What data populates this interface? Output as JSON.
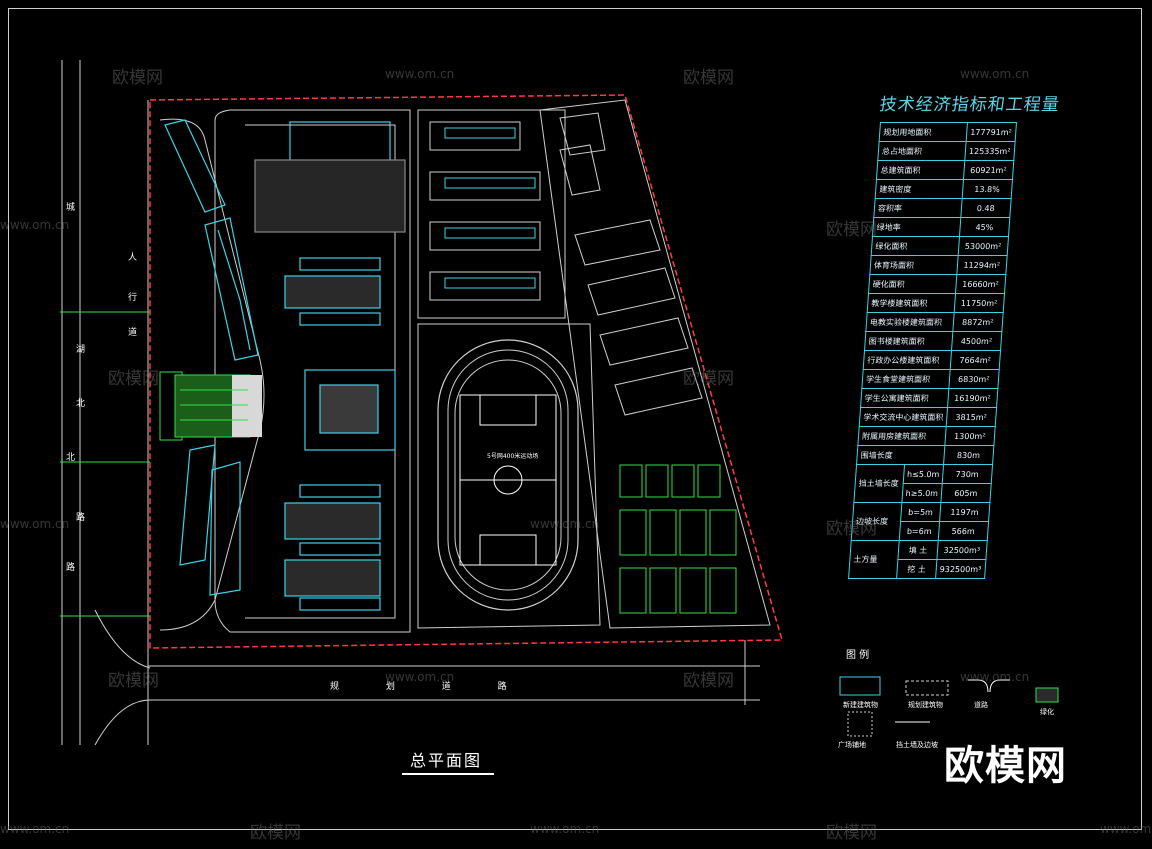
{
  "table": {
    "title": "技术经济指标和工程量",
    "rows": [
      {
        "label": "规划用地面积",
        "value": "177791m²"
      },
      {
        "label": "总占地面积",
        "value": "125335m²"
      },
      {
        "label": "总建筑面积",
        "value": "60921m²"
      },
      {
        "label": "建筑密度",
        "value": "13.8%"
      },
      {
        "label": "容积率",
        "value": "0.48"
      },
      {
        "label": "绿地率",
        "value": "45%"
      },
      {
        "label": "绿化面积",
        "value": "53000m²"
      },
      {
        "label": "体育场面积",
        "value": "11294m²"
      },
      {
        "label": "硬化面积",
        "value": "16660m²"
      },
      {
        "label": "教学楼建筑面积",
        "value": "11750m²"
      },
      {
        "label": "电教实验楼建筑面积",
        "value": "8872m²"
      },
      {
        "label": "图书楼建筑面积",
        "value": "4500m²"
      },
      {
        "label": "行政办公楼建筑面积",
        "value": "7664m²"
      },
      {
        "label": "学生食堂建筑面积",
        "value": "6830m²"
      },
      {
        "label": "学生公寓建筑面积",
        "value": "16190m²"
      },
      {
        "label": "学术交流中心建筑面积",
        "value": "3815m²"
      },
      {
        "label": "附属用房建筑面积",
        "value": "1300m²"
      },
      {
        "label": "围墙长度",
        "value": "830m"
      }
    ],
    "wall": {
      "label": "挡土墙长度",
      "rows": [
        {
          "cond": "h≤5.0m",
          "value": "730m"
        },
        {
          "cond": "h≥5.0m",
          "value": "605m"
        }
      ]
    },
    "slope": {
      "label": "边坡长度",
      "rows": [
        {
          "cond": "b=5m",
          "value": "1197m"
        },
        {
          "cond": "b=6m",
          "value": "566m"
        }
      ]
    },
    "earth": {
      "label": "土方量",
      "rows": [
        {
          "cond": "填 土",
          "value": "32500m³"
        },
        {
          "cond": "挖 土",
          "value": "932500m³"
        }
      ]
    }
  },
  "plan": {
    "title": "总平面图",
    "road_bottom": "规 划 道 路",
    "road_left": [
      "城",
      "北",
      "路"
    ],
    "road_left2": [
      "人",
      "行",
      "道"
    ],
    "road_left3": [
      "湖",
      "北",
      "路"
    ],
    "field_label": "5号网400米运动场"
  },
  "legend": {
    "title": "图 例",
    "items": [
      "新建建筑物",
      "规划建筑物",
      "道路",
      "绿化",
      "广场铺地",
      "挡土墙及边坡"
    ]
  },
  "watermarks": {
    "brand": "欧模网",
    "url": "www.om.cn"
  },
  "colors": {
    "background": "#000000",
    "cyan": "#3ad3e6",
    "green": "#2fe04a",
    "red": "#ff3b3b",
    "white": "#ffffff"
  }
}
